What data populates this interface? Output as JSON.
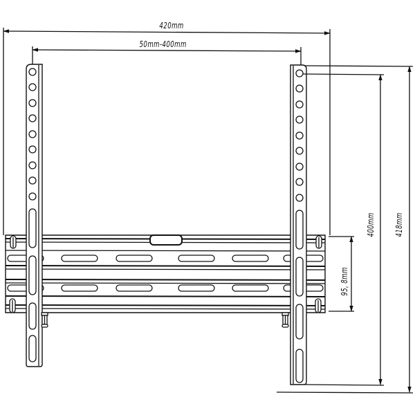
{
  "diagram": {
    "subject": "TV wall mount bracket technical drawing",
    "line_color": "#111111",
    "background": "#ffffff",
    "dimensions": {
      "overall_width": "420mm",
      "vesa_range": "50mm-400mm",
      "vesa_vertical": "400mm",
      "overall_height": "418mm",
      "wall_plate_height": "95, 8mm"
    },
    "components": {
      "vertical_arms": 2,
      "round_holes_per_arm": 9,
      "slot_holes_per_arm": 4,
      "wall_plate_rails": 2,
      "slots_per_rail": 5,
      "safety_bolts": 2,
      "wall_clips_per_side": 2
    }
  }
}
